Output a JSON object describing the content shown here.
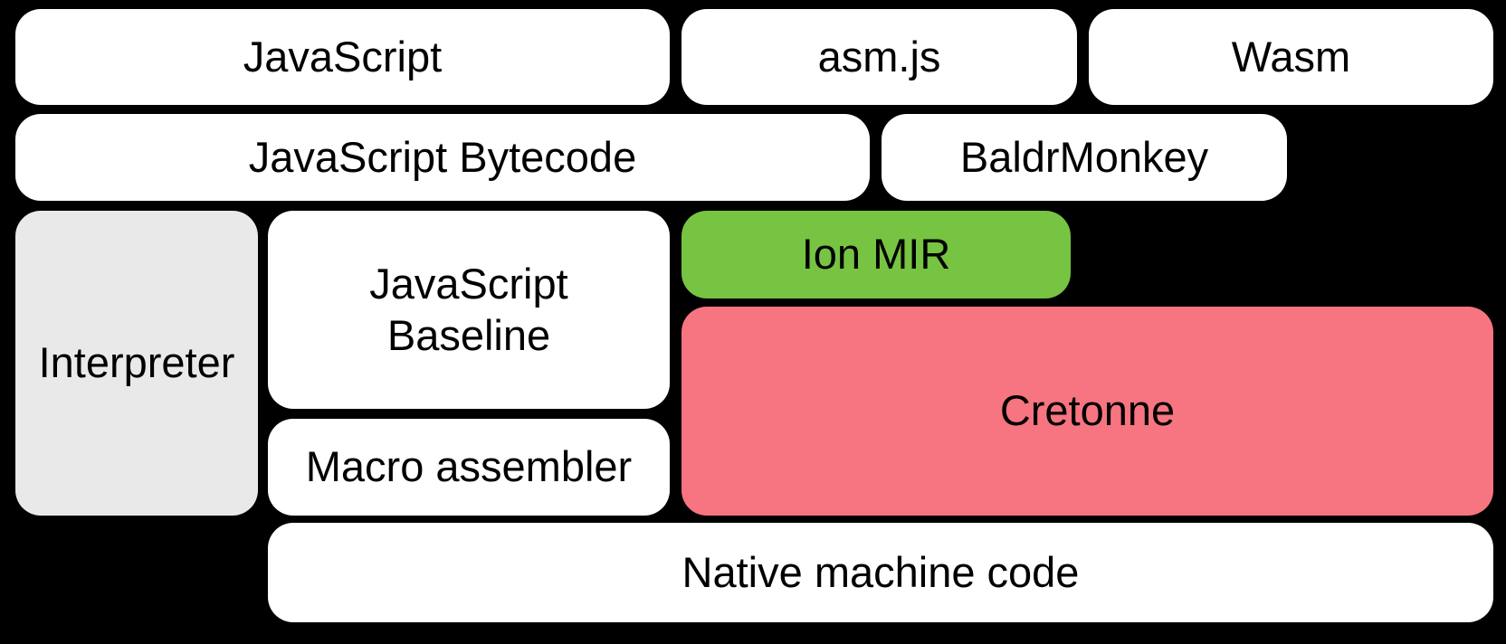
{
  "diagram": {
    "background_color": "#000000",
    "text_color": "#000000",
    "colors": {
      "white": "#ffffff",
      "gray": "#e9e9e9",
      "green": "#76c442",
      "pink": "#f67580"
    },
    "boxes": [
      {
        "id": "javascript",
        "label": "JavaScript",
        "fill": "#ffffff"
      },
      {
        "id": "asmjs",
        "label": "asm.js",
        "fill": "#ffffff"
      },
      {
        "id": "wasm",
        "label": "Wasm",
        "fill": "#ffffff"
      },
      {
        "id": "javascript-bytecode",
        "label": "JavaScript Bytecode",
        "fill": "#ffffff"
      },
      {
        "id": "baldrmonkey",
        "label": "BaldrMonkey",
        "fill": "#ffffff"
      },
      {
        "id": "interpreter",
        "label": "Interpreter",
        "fill": "#e9e9e9"
      },
      {
        "id": "javascript-baseline",
        "label": "JavaScript\nBaseline",
        "fill": "#ffffff"
      },
      {
        "id": "ion-mir",
        "label": "Ion MIR",
        "fill": "#76c442"
      },
      {
        "id": "cretonne",
        "label": "Cretonne",
        "fill": "#f67580"
      },
      {
        "id": "macro-assembler",
        "label": "Macro assembler",
        "fill": "#ffffff"
      },
      {
        "id": "native-machine-code",
        "label": "Native machine code",
        "fill": "#ffffff"
      }
    ]
  }
}
